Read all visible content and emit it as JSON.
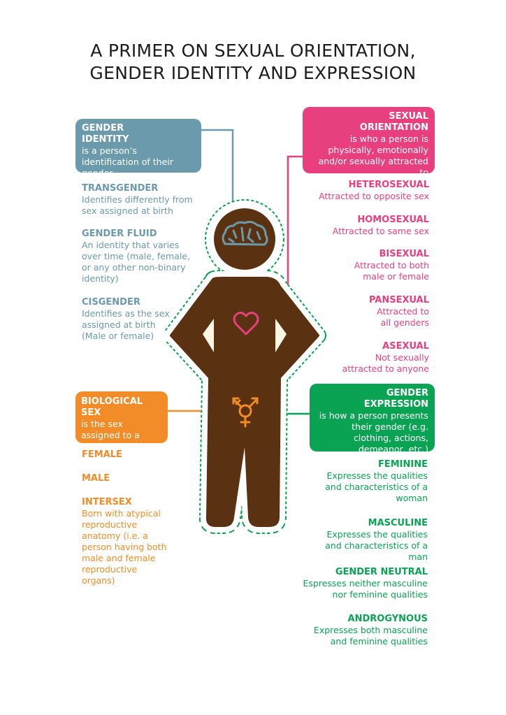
{
  "title": {
    "line1": "A PRIMER ON SEXUAL ORIENTATION,",
    "line2": "GENDER IDENTITY AND EXPRESSION"
  },
  "colors": {
    "teal": "#6a9aab",
    "pink": "#e8407f",
    "orange": "#f28c28",
    "green": "#0aa353",
    "figure": "#5a3212"
  },
  "gender_identity": {
    "heading": "GENDER IDENTITY",
    "desc": "is a person’s identification of their gender",
    "items": [
      {
        "term": "TRANSGENDER",
        "desc": "Identifies differently from sex assigned at birth"
      },
      {
        "term": "GENDER FLUID",
        "desc": "An identity that varies over time (male, female, or any other non-binary identity)"
      },
      {
        "term": "CISGENDER",
        "desc": "Identifies as the sex assigned at birth (Male or female)"
      }
    ]
  },
  "sexual_orientation": {
    "heading": "SEXUAL ORIENTATION",
    "desc": "is who a person is physically, emotionally and/or sexually attracted to",
    "items": [
      {
        "term": "HETEROSEXUAL",
        "desc": "Attracted to opposite sex"
      },
      {
        "term": "HOMOSEXUAL",
        "desc": "Attracted to same sex"
      },
      {
        "term": "BISEXUAL",
        "desc": "Attracted to both male or female"
      },
      {
        "term": "PANSEXUAL",
        "desc": "Attracted to all genders"
      },
      {
        "term": "ASEXUAL",
        "desc": "Not sexually attracted to anyone"
      }
    ]
  },
  "biological_sex": {
    "heading": "BIOLOGICAL SEX",
    "desc": "is the sex assigned to a person at birth",
    "items": [
      {
        "term": "FEMALE",
        "desc": ""
      },
      {
        "term": "MALE",
        "desc": ""
      },
      {
        "term": "INTERSEX",
        "desc": "Born with atypical reproductive anatomy (i.e. a person having both male and female reproductive organs)"
      }
    ]
  },
  "gender_expression": {
    "heading": "GENDER EXPRESSION",
    "desc": "is how a person presents their gender (e.g. clothing, actions, demeanor, etc.)",
    "items": [
      {
        "term": "FEMININE",
        "desc": "Expresses the qualities and characteristics of a woman"
      },
      {
        "term": "MASCULINE",
        "desc": "Expresses the qualities and characteristics of a man"
      },
      {
        "term": "GENDER NEUTRAL",
        "desc": "Espresses neither masculine nor feminine qualities"
      },
      {
        "term": "ANDROGYNOUS",
        "desc": "Expresses both masculine and feminine qualities"
      }
    ]
  }
}
